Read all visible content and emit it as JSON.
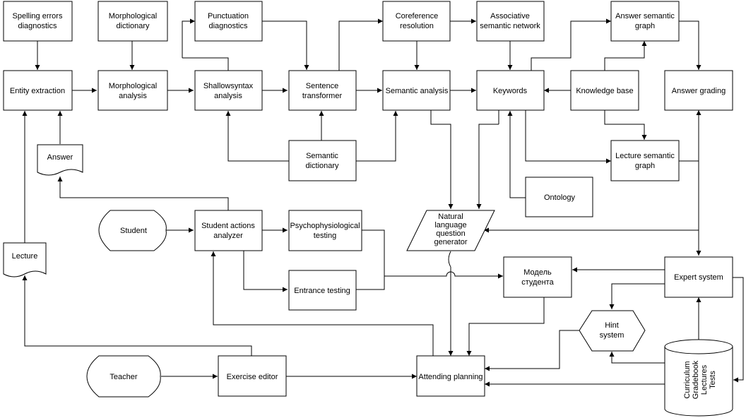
{
  "nodes": {
    "spelling": [
      "Spelling errors",
      "diagnostics"
    ],
    "morph_dict": [
      "Morphological",
      "dictionary"
    ],
    "punct": [
      "Punctuation",
      "diagnostics"
    ],
    "coref": [
      "Coreference",
      "resolution"
    ],
    "assoc": [
      "Associative",
      "semantic network"
    ],
    "answer_graph": [
      "Answer semantic",
      "graph"
    ],
    "entity": [
      "Entity extraction"
    ],
    "morph_analysis": [
      "Morphological",
      "analysis"
    ],
    "shallow": [
      "Shallowsyntax",
      "analysis"
    ],
    "sentence": [
      "Sentence",
      "transformer"
    ],
    "semantic": [
      "Semantic analysis"
    ],
    "keywords": [
      "Keywords"
    ],
    "kb": [
      "Knowledge base"
    ],
    "grading": [
      "Answer grading"
    ],
    "answer_doc": [
      "Answer"
    ],
    "sem_dict": [
      "Semantic",
      "dictionary"
    ],
    "lecture_graph": [
      "Lecture semantic",
      "graph"
    ],
    "ontology": [
      "Ontology"
    ],
    "student": [
      "Student"
    ],
    "actions": [
      "Student actions",
      "analyzer"
    ],
    "psycho": [
      "Psychophysiological",
      "testing"
    ],
    "nlqg": [
      "Natural",
      "language",
      "question",
      "generator"
    ],
    "lecture_doc": [
      "Lecture"
    ],
    "entrance": [
      "Entrance testing"
    ],
    "model": [
      "Модель",
      "студента"
    ],
    "expert": [
      "Expert system"
    ],
    "hint": [
      "Hint",
      "system"
    ],
    "teacher": [
      "Teacher"
    ],
    "editor": [
      "Exercise editor"
    ],
    "planning": [
      "Attending planning"
    ],
    "db": [
      "Curriculum",
      "Gradebook",
      "Lectures",
      "Tests"
    ]
  }
}
